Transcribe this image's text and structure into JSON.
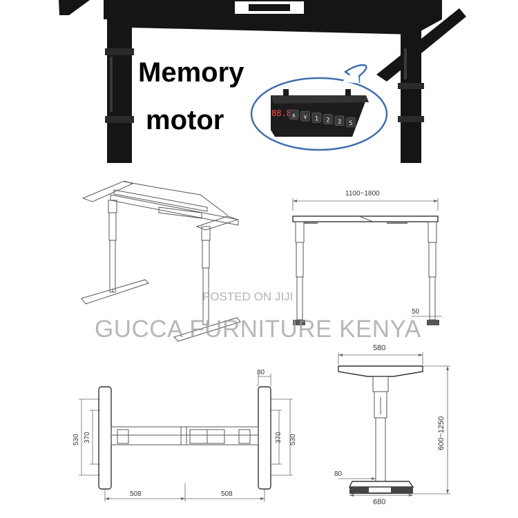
{
  "photo": {
    "headline_line1": "Memory",
    "headline_line2": "motor",
    "controller": {
      "display": "88.8",
      "keys": [
        "∧",
        "∨",
        "1",
        "2",
        "3",
        "S"
      ]
    }
  },
  "watermark": {
    "posted": "POSTED ON JIJI",
    "seller": "GUCCA FURNITURE KENYA"
  },
  "front_view": {
    "width_range": "1100~1800",
    "foot_height": "50"
  },
  "top_view": {
    "foot_offset": "80",
    "outer_span": "530",
    "inner_span": "370",
    "outer_span_right": "530",
    "inner_span_right": "370",
    "half_width_left": "508",
    "half_width_right": "508"
  },
  "side_view": {
    "top_width": "580",
    "height_range": "600~1250",
    "foot_offset": "80",
    "foot_width": "680"
  },
  "colors": {
    "frame": "#151515",
    "bubble_border": "#3f6fb0",
    "controller_body": "#1c1c1c"
  }
}
